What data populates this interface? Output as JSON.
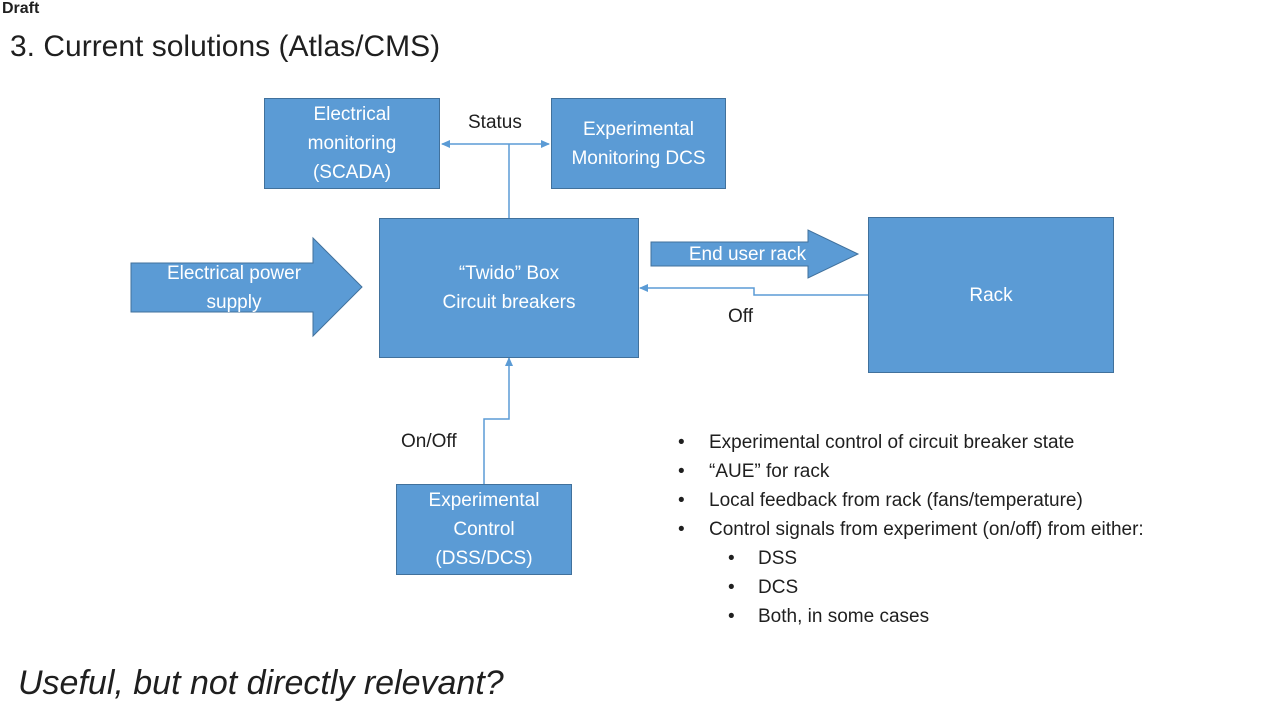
{
  "header": {
    "draft": "Draft",
    "title": "3. Current solutions (Atlas/CMS)"
  },
  "diagram": {
    "electrical_monitoring": "Electrical\nmonitoring\n(SCADA)",
    "experimental_monitoring": "Experimental\nMonitoring DCS",
    "twido_box": "“Twido” Box\nCircuit breakers",
    "rack": "Rack",
    "experimental_control": "Experimental\nControl\n(DSS/DCS)",
    "power_supply_arrow": "Electrical power\nsupply",
    "end_user_arrow": "End user rack",
    "status_label": "Status",
    "off_label": "Off",
    "onoff_label": "On/Off"
  },
  "bullets": [
    "Experimental control of circuit breaker state",
    "“AUE” for rack",
    "Local feedback from rack (fans/temperature)",
    "Control signals from experiment (on/off) from either:"
  ],
  "sub_bullets": [
    "DSS",
    "DCS",
    "Both, in some cases"
  ],
  "footer": "Useful, but not directly relevant?",
  "colors": {
    "box_fill": "#5b9bd5",
    "box_border": "#41719c",
    "line": "#5b9bd5"
  }
}
